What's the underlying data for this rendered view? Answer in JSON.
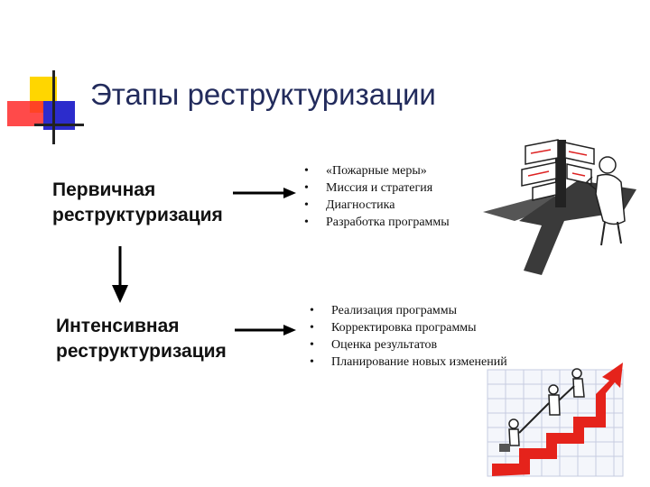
{
  "slide": {
    "title": "Этапы реструктуризации",
    "stages": [
      {
        "line1": "Первичная",
        "line2": "реструктуризация"
      },
      {
        "line1": "Интенсивная",
        "line2": "реструктуризация"
      }
    ],
    "lists": [
      {
        "items": [
          "«Пожарные меры»",
          "Миссия и стратегия",
          "Диагностика",
          "Разработка программы"
        ]
      },
      {
        "items": [
          "Реализация программы",
          "Корректировка программы",
          "Оценка результатов",
          "Планирование новых изменений"
        ]
      }
    ]
  },
  "colors": {
    "title": "#222b5c",
    "logo_yellow": "#ffd600",
    "logo_red": "#ff2a2a",
    "logo_blue": "#2c2ccc",
    "stair_red": "#e5231b"
  }
}
